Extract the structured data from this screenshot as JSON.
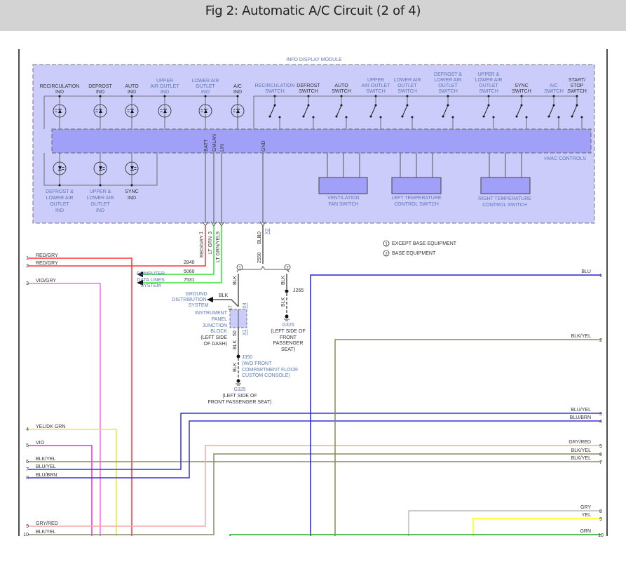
{
  "title": "Fig 2: Automatic A/C Circuit (2 of 4)",
  "module": {
    "name": "INFO DISPLAY MODULE",
    "hvac_label": "HVAC CONTROLS",
    "top_indicators": [
      {
        "l1": "",
        "l2": "RECIRCULATION",
        "l3": "IND",
        "color": "dark"
      },
      {
        "l1": "",
        "l2": "DEFROST",
        "l3": "IND",
        "color": "dark"
      },
      {
        "l1": "",
        "l2": "AUTO",
        "l3": "IND",
        "color": "dark"
      },
      {
        "l1": "UPPER",
        "l2": "AIR OUTLET",
        "l3": "IND",
        "color": "blue"
      },
      {
        "l1": "LOWER AIR",
        "l2": "OUTLET",
        "l3": "IND",
        "color": "blue"
      },
      {
        "l1": "",
        "l2": "A/C",
        "l3": "IND",
        "color": "dark"
      }
    ],
    "switches": [
      {
        "l1": "",
        "l2": "RECIRCULATION",
        "l3": "SWITCH",
        "color": "blue"
      },
      {
        "l1": "",
        "l2": "DEFROST",
        "l3": "SWITCH",
        "color": "dark"
      },
      {
        "l1": "",
        "l2": "AUTO",
        "l3": "SWITCH",
        "color": "dark"
      },
      {
        "l1": "UPPER",
        "l2": "AIR OUTLET",
        "l3": "SWITCH",
        "color": "blue"
      },
      {
        "l1": "LOWER AIR",
        "l2": "OUTLET",
        "l3": "SWITCH",
        "color": "blue"
      },
      {
        "l0": "DEFROST &",
        "l1": "LOWER AIR",
        "l2": "OUTLET",
        "l3": "SWITCH",
        "color": "blue"
      },
      {
        "l0": "UPPER &",
        "l1": "LOWER AIR",
        "l2": "OUTLET",
        "l3": "SWITCH",
        "color": "blue"
      },
      {
        "l1": "",
        "l2": "SYNC",
        "l3": "SWITCH",
        "color": "dark"
      },
      {
        "l1": "",
        "l2": "A/C",
        "l3": "SWITCH",
        "color": "blue"
      },
      {
        "l1": "START/",
        "l2": "STOP",
        "l3": "SWITCH",
        "color": "dark"
      }
    ],
    "bottom_indicators": [
      {
        "lines": [
          "DEFROST &",
          "LOWER AIR",
          "OUTLET",
          "IND"
        ],
        "color": "blue"
      },
      {
        "lines": [
          "UPPER &",
          "LOWER AIR",
          "OUTLET",
          "IND"
        ],
        "color": "blue"
      },
      {
        "lines": [
          "SYNC",
          "IND"
        ],
        "color": "dark"
      }
    ],
    "pins": [
      "BATT",
      "GMLAN",
      "LIN",
      "GND"
    ],
    "sub_switches": [
      {
        "lines": [
          "VENTILATION",
          "FAN SWITCH"
        ]
      },
      {
        "lines": [
          "LEFT TEMPERATURE",
          "CONTROL SWITCH"
        ]
      },
      {
        "lines": [
          "RIGHT TEMPERATURE",
          "CONTROL SWITCH"
        ]
      }
    ]
  },
  "connectors": {
    "batt": {
      "pin": "1",
      "wire": "RED/GRY",
      "circuit": "2840"
    },
    "gmlan": {
      "pin": "3",
      "wire": "LT GRN",
      "circuit": "5060"
    },
    "lin": {
      "pin": "9",
      "wire": "LT GRN/YEL",
      "circuit": "7531"
    },
    "gnd": {
      "pin": "10",
      "wire": "BLK",
      "circuit": "2550",
      "connector": "X2"
    }
  },
  "destinations": {
    "computer_data_lines": [
      "COMPUTER",
      "DATA LINES",
      "SYSTEM"
    ],
    "ground_distribution": [
      "GROUND",
      "DISTRIBUTION",
      "SYSTEM"
    ]
  },
  "ground_paths": {
    "option1": {
      "marker": "1",
      "wire": "BLK",
      "ground_wire": "BLK",
      "pin_in": "47",
      "conn_in": "X4",
      "junction_block": [
        "INSTRUMENT",
        "PANEL",
        "JUNCTION",
        "BLOCK",
        "(LEFT SIDE",
        "OF DASH)"
      ],
      "pin_out": "50",
      "conn_out": "X1",
      "wire2": "BLK",
      "splice": "J350",
      "splice_note": [
        "(W/O FRONT",
        "COMPARTMENT FLOOR",
        "CUSTOM CONSOLE)"
      ],
      "wire3": "BLK",
      "ground": "G325",
      "ground_note": [
        "(LEFT SIDE OF",
        "FRONT PASSENGER SEAT)"
      ]
    },
    "option2": {
      "marker": "2",
      "wire": "BLK",
      "splice": "J265",
      "wire2": "BLK",
      "ground": "G325",
      "ground_note": [
        "(LEFT SIDE OF",
        "FRONT",
        "PASSENGER",
        "SEAT)"
      ]
    }
  },
  "legend": [
    {
      "marker": "1",
      "text": "EXCEPT BASE EQUIPMENT"
    },
    {
      "marker": "2",
      "text": "BASE EQUIPMENT"
    }
  ],
  "left_wires": [
    {
      "num": "1",
      "label": "RED/GRY",
      "color": "#ff3333"
    },
    {
      "num": "2",
      "label": "RED/GRY",
      "color": "#ff3333"
    },
    {
      "num": "3",
      "label": "VIO/GRY",
      "color": "#ff66ee"
    },
    {
      "num": "4",
      "label": "YEL/DK GRN",
      "color": "#eeee22"
    },
    {
      "num": "5",
      "label": "VIO",
      "color": "#ff22dd"
    },
    {
      "num": "6",
      "label": "BLK/YEL",
      "color": "#8a8a6a"
    },
    {
      "num": "7",
      "label": "BLU/YEL",
      "color": "#3333dd"
    },
    {
      "num": "8",
      "label": "BLU/BRN",
      "color": "#3333dd"
    },
    {
      "num": "9",
      "label": "GRY/RED",
      "color": "#f0a8a8"
    },
    {
      "num": "10",
      "label": "BLK/YEL",
      "color": "#8a8a6a"
    }
  ],
  "right_wires": [
    {
      "num": "1",
      "label": "BLU",
      "color": "#2222dd"
    },
    {
      "num": "2",
      "label": "BLK/YEL",
      "color": "#8a8a4a"
    },
    {
      "num": "3",
      "label": "BLU/YEL",
      "color": "#3333dd"
    },
    {
      "num": "4",
      "label": "BLU/BRN",
      "color": "#3333dd"
    },
    {
      "num": "5",
      "label": "GRY/RED",
      "color": "#f0a8a8"
    },
    {
      "num": "6",
      "label": "BLK/YEL",
      "color": "#8a8a4a"
    },
    {
      "num": "7",
      "label": "BLK/YEL",
      "color": "#8a8a6a"
    },
    {
      "num": "8",
      "label": "GRY",
      "color": "#bbbbbb"
    },
    {
      "num": "9",
      "label": "YEL",
      "color": "#ffff00"
    },
    {
      "num": "10",
      "label": "GRN",
      "color": "#22aa22"
    }
  ],
  "colors": {
    "module_fill": "#ccccfb",
    "bus_fill": "#a0a0f8",
    "dashed_border": "#777777",
    "internal_line": "#555566",
    "red": "#ff3333",
    "green": "#33dd33"
  }
}
